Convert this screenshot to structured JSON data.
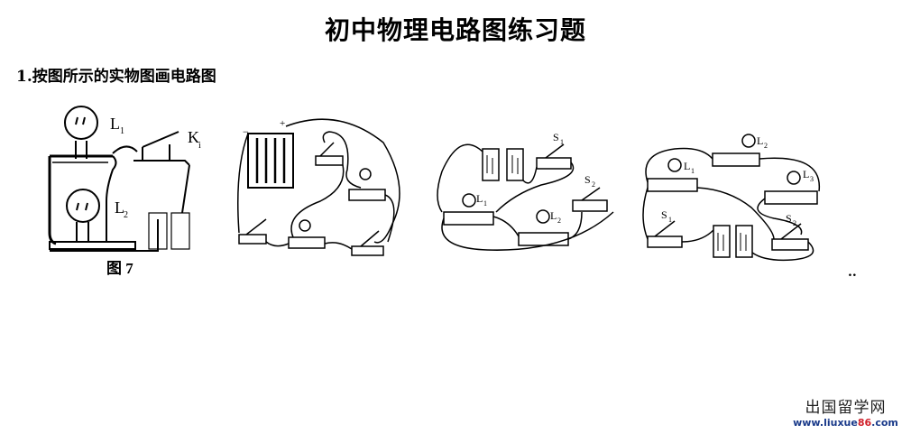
{
  "title": "初中物理电路图练习题",
  "question1": "1.按图所示的实物图画电路图",
  "figures": {
    "fig1": {
      "l1": "L",
      "l1_sub": "1",
      "l2": "L",
      "l2_sub": "2",
      "k": "K",
      "k_sub": "i",
      "caption": "图   7"
    },
    "fig2": {
      "minus": "−",
      "plus": "+"
    },
    "fig3": {
      "s1": "S",
      "s1_sub": "1",
      "s2": "S",
      "s2_sub": "2",
      "l1": "L",
      "l1_sub": "1",
      "l2": "L",
      "l2_sub": "2"
    },
    "fig4": {
      "l1": "L",
      "l1_sub": "1",
      "l2": "L",
      "l2_sub": "2",
      "l3": "L",
      "l3_sub": "3",
      "s1": "S",
      "s1_sub": "1",
      "s2": "S",
      "s2_sub": "2"
    }
  },
  "trailing_dots": "..",
  "watermark": {
    "name": "出国留学网",
    "url_prefix": "www.liuxue",
    "url_number": "86",
    "url_suffix": ".com"
  }
}
